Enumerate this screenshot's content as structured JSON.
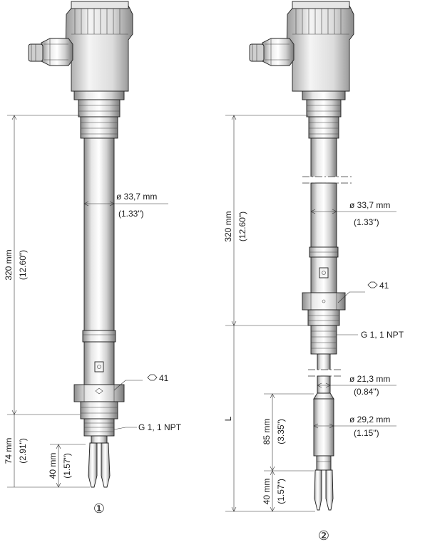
{
  "variant_1": {
    "marker": "①",
    "dim_length_mm": "320 mm",
    "dim_length_in": "(12.60\")",
    "dim_diameter_mm": "ø 33,7 mm",
    "dim_diameter_in": "(1.33\")",
    "hex": "41",
    "thread": "G 1, 1 NPT",
    "dim_total_mm": "74 mm",
    "dim_total_in": "(2.91\")",
    "dim_fork_mm": "40 mm",
    "dim_fork_in": "(1.57\")"
  },
  "variant_2": {
    "marker": "②",
    "dim_length_mm": "320 mm",
    "dim_length_in": "(12.60\")",
    "dim_diameter_mm": "ø 33,7 mm",
    "dim_diameter_in": "(1.33\")",
    "hex": "41",
    "thread": "G 1, 1 NPT",
    "dim_L": "L",
    "dim_tube_mm": "ø 21,3 mm",
    "dim_tube_in": "(0.84\")",
    "dim_85_mm": "85 mm",
    "dim_85_in": "(3.35\")",
    "dim_sleeve_mm": "ø 29,2 mm",
    "dim_sleeve_in": "(1.15\")",
    "dim_fork_mm": "40 mm",
    "dim_fork_in": "(1.57\")"
  },
  "colors": {
    "body_light": "#f2f2f2",
    "body_mid": "#d9d9d9",
    "body_dark": "#9a9a9a",
    "outline": "#1f1f1f"
  }
}
